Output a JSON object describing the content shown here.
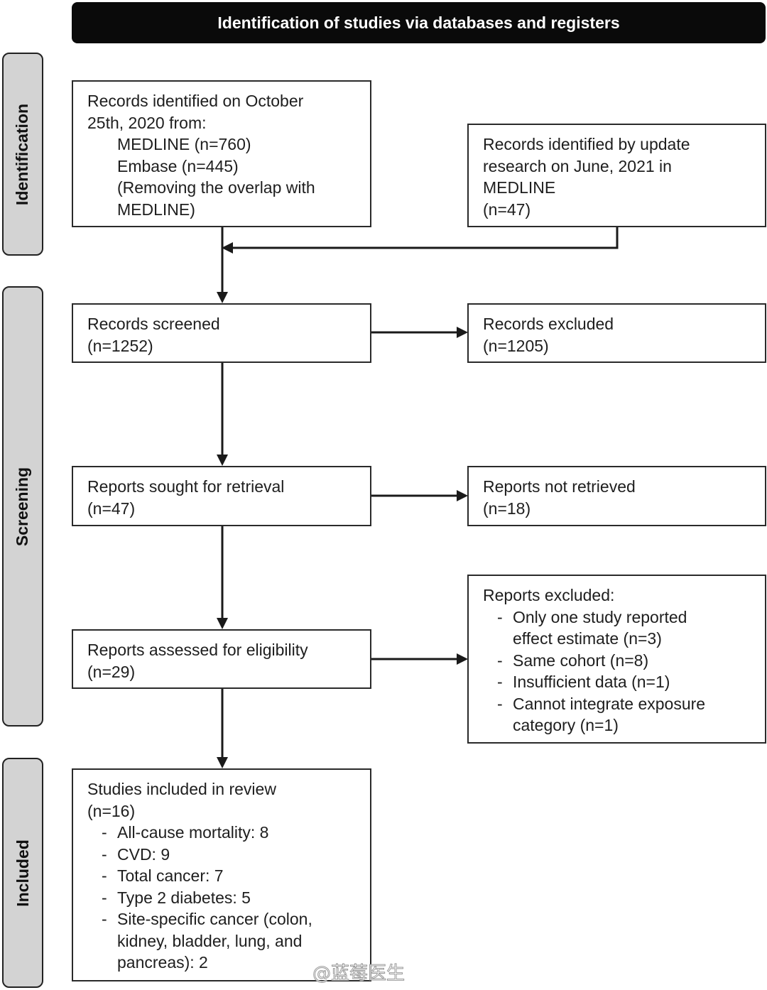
{
  "header": {
    "title": "Identification of studies via databases and registers"
  },
  "phases": {
    "identification": "Identification",
    "screening": "Screening",
    "included": "Included"
  },
  "boxes": {
    "records_identified": {
      "line1": "Records identified on October",
      "line2": "25th, 2020 from:",
      "source1": "MEDLINE (n=760)",
      "source2": "Embase  (n=445)",
      "note1": "(Removing the overlap with",
      "note2": "MEDLINE)"
    },
    "records_update": {
      "line1": "Records identified by update",
      "line2": "research on June, 2021 in",
      "line3": "MEDLINE",
      "count": "(n=47)"
    },
    "records_screened": {
      "label": "Records screened",
      "count": "(n=1252)"
    },
    "records_excluded": {
      "label": "Records excluded",
      "count": "(n=1205)"
    },
    "reports_sought": {
      "label": "Reports sought for retrieval",
      "count": "(n=47)"
    },
    "reports_not_retrieved": {
      "label": "Reports not retrieved",
      "count": "(n=18)"
    },
    "reports_assessed": {
      "label": "Reports assessed for eligibility",
      "count": "(n=29)"
    },
    "reports_excluded": {
      "label": "Reports excluded:",
      "reason1a": "Only one study reported",
      "reason1b": "effect estimate (n=3)",
      "reason2": "Same cohort (n=8)",
      "reason3": "Insufficient data (n=1)",
      "reason4a": "Cannot integrate exposure",
      "reason4b": "category (n=1)"
    },
    "studies_included": {
      "label": "Studies included in review",
      "count": "(n=16)",
      "item1": "All-cause mortality: 8",
      "item2": "CVD: 9",
      "item3": "Total cancer: 7",
      "item4": "Type 2 diabetes: 5",
      "item5a": "Site-specific cancer (colon,",
      "item5b": "kidney, bladder, lung, and",
      "item5c": "pancreas): 2"
    }
  },
  "bullet_char": "-",
  "watermark": "@蓝莓医生"
}
